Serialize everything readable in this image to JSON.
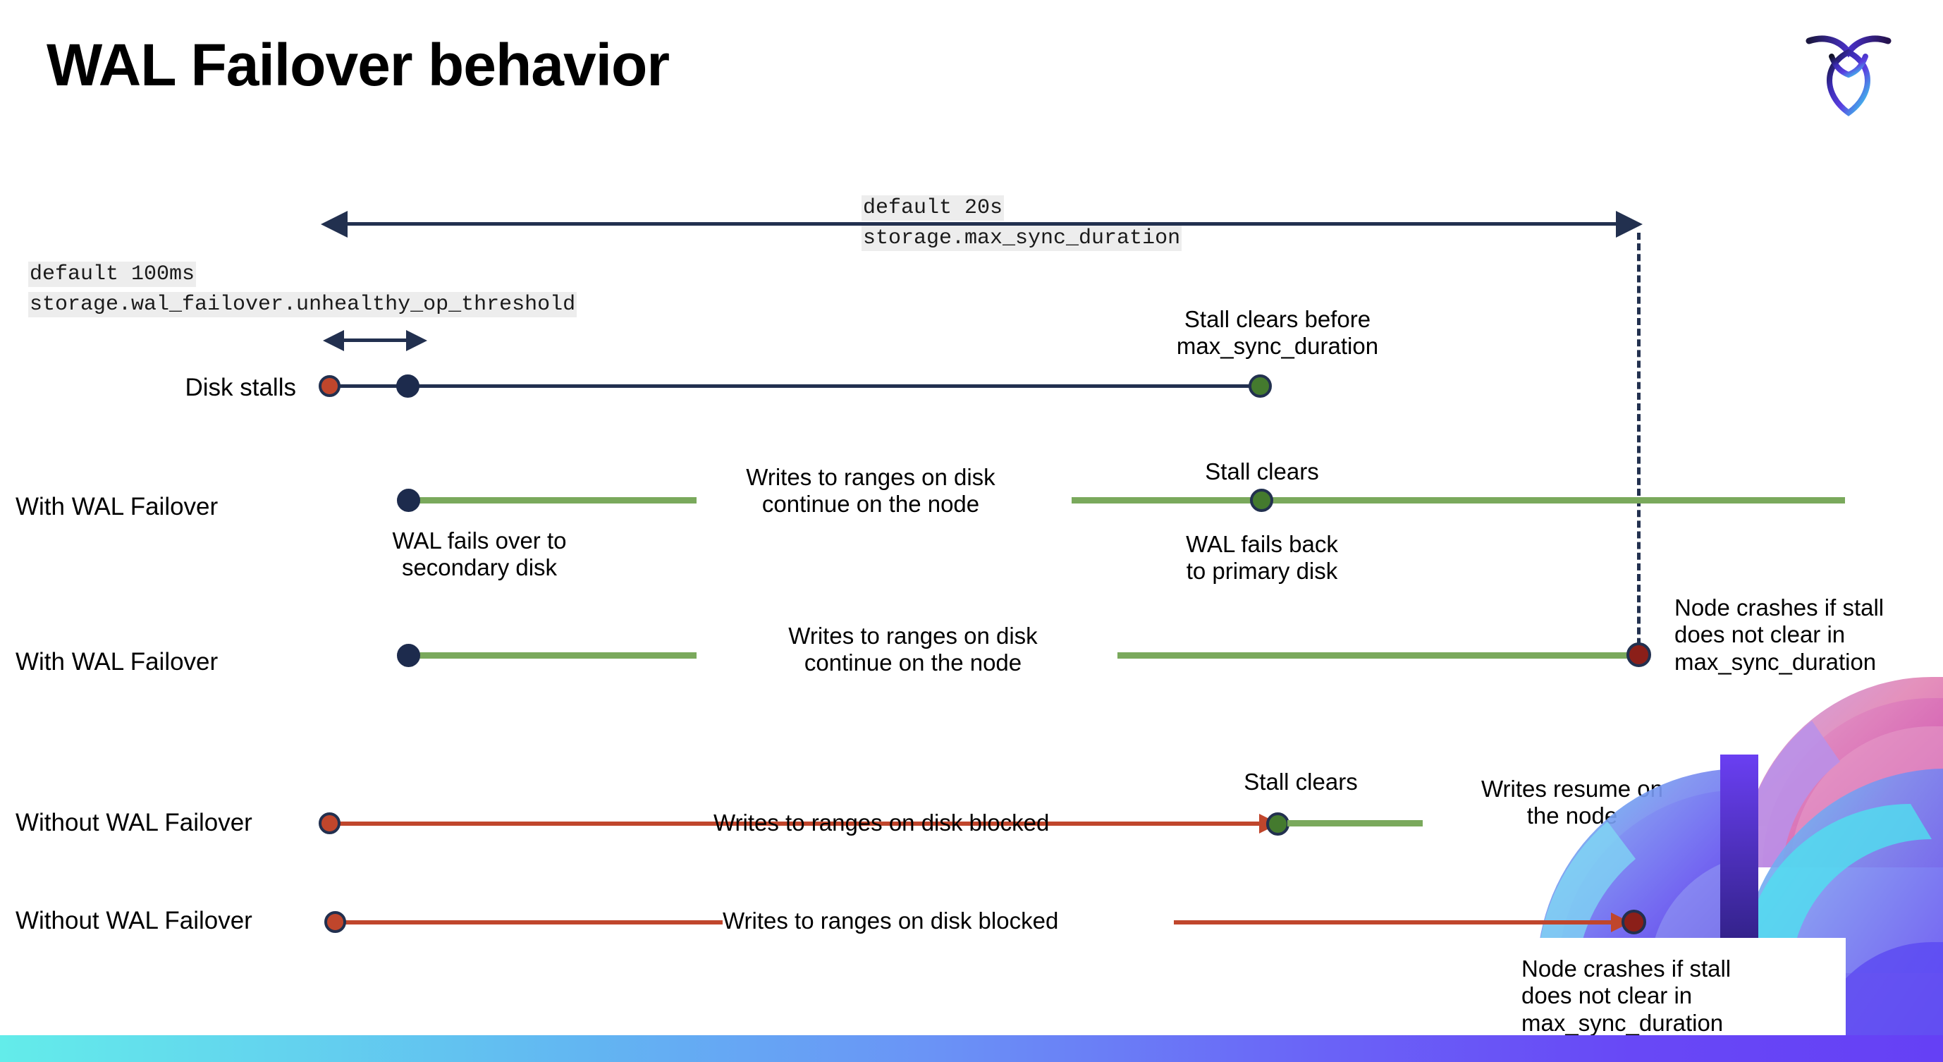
{
  "slide": {
    "title": "WAL Failover behavior",
    "logo_icon": "cockroach-labs-logo-icon",
    "background_color": "#ffffff",
    "accent_colors": {
      "navy": "#22304f",
      "green_line": "#7aa95c",
      "green_dot": "#447a2e",
      "red_line": "#c0462c",
      "red_dot": "#c0462c",
      "dark_red_dot": "#8b1f19",
      "gradient_start": "#63ecea",
      "gradient_end": "#6540f5",
      "code_highlight": "#ededed"
    }
  },
  "annotations": {
    "max_sync": {
      "default_label": "default 20s",
      "setting_name": "storage.max_sync_duration"
    },
    "unhealthy_op": {
      "default_label": "default 100ms",
      "setting_name": "storage.wal_failover.unhealthy_op_threshold"
    }
  },
  "rows": [
    {
      "id": "disk-stalls",
      "label": "Disk stalls",
      "callouts": [
        {
          "id": "stall-clears-before",
          "text": "Stall clears before\nmax_sync_duration"
        }
      ]
    },
    {
      "id": "with-wal-failover-recovers",
      "label": "With WAL Failover",
      "callouts": [
        {
          "id": "writes-continue",
          "text": "Writes to ranges on disk\ncontinue on the node"
        },
        {
          "id": "wal-fails-over",
          "text": "WAL fails over to\nsecondary disk"
        },
        {
          "id": "stall-clears",
          "text": "Stall clears"
        },
        {
          "id": "wal-fails-back",
          "text": "WAL fails  back\nto primary disk"
        }
      ]
    },
    {
      "id": "with-wal-failover-crashes",
      "label": "With WAL Failover",
      "callouts": [
        {
          "id": "writes-continue-2",
          "text": "Writes to ranges on disk\ncontinue on the node"
        },
        {
          "id": "node-crashes-1",
          "text": "Node crashes if stall\ndoes not clear in\nmax_sync_duration"
        }
      ]
    },
    {
      "id": "without-wal-failover-recovers",
      "label": "Without WAL Failover",
      "callouts": [
        {
          "id": "writes-blocked",
          "text": "Writes to ranges on disk  blocked"
        },
        {
          "id": "stall-clears-2",
          "text": "Stall clears"
        },
        {
          "id": "writes-resume",
          "text": "Writes resume on\nthe node"
        }
      ]
    },
    {
      "id": "without-wal-failover-crashes",
      "label": "Without WAL Failover",
      "callouts": [
        {
          "id": "writes-blocked-2",
          "text": "Writes to ranges on disk  blocked"
        },
        {
          "id": "node-crashes-2",
          "text": "Node crashes if stall\ndoes not clear in\nmax_sync_duration"
        }
      ]
    }
  ]
}
